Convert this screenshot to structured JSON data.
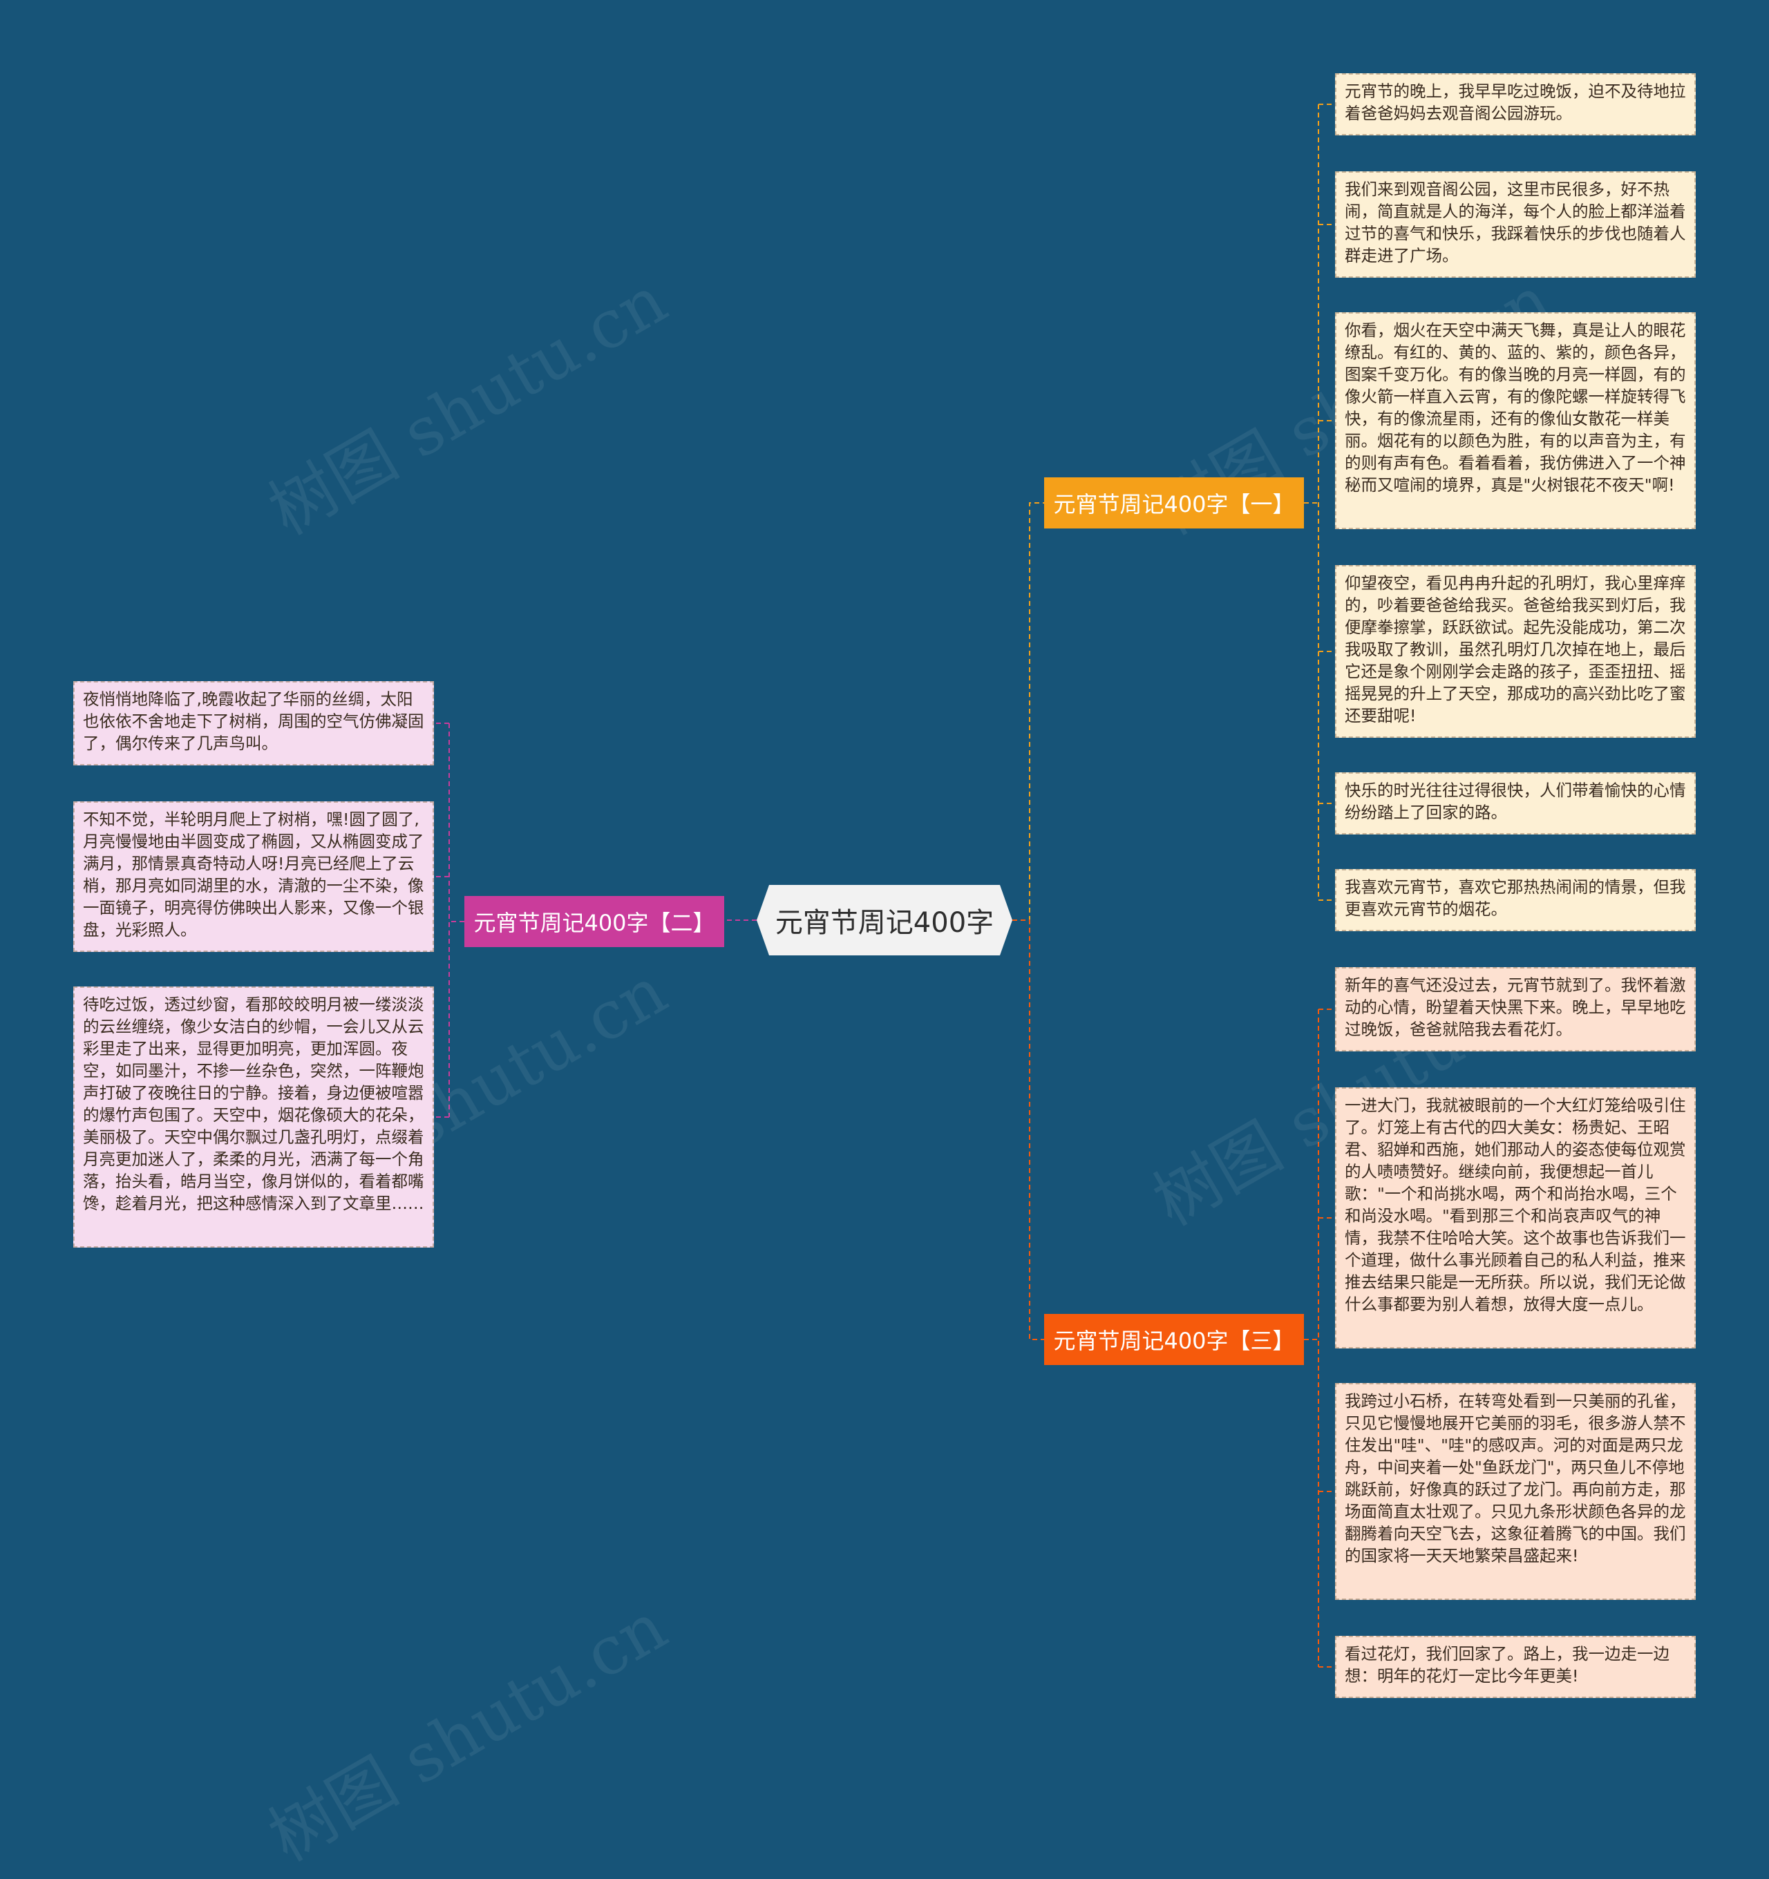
{
  "root": {
    "label": "元宵节周记400字"
  },
  "branches": [
    {
      "label": "元宵节周记400字【一】",
      "color": "#f5a019",
      "leaves": [
        "元宵节的晚上，我早早吃过晚饭，迫不及待地拉着爸爸妈妈去观音阁公园游玩。",
        "我们来到观音阁公园，这里市民很多，好不热闹，简直就是人的海洋，每个人的脸上都洋溢着过节的喜气和快乐，我踩着快乐的步伐也随着人群走进了广场。",
        "你看，烟火在天空中满天飞舞，真是让人的眼花缭乱。有红的、黄的、蓝的、紫的，颜色各异，图案千变万化。有的像当晚的月亮一样圆，有的像火箭一样直入云宵，有的像陀螺一样旋转得飞快，有的像流星雨，还有的像仙女散花一样美丽。烟花有的以颜色为胜，有的以声音为主，有的则有声有色。看着看着，我仿佛进入了一个神秘而又喧闹的境界，真是\"火树银花不夜天\"啊!",
        "仰望夜空，看见冉冉升起的孔明灯，我心里痒痒的，吵着要爸爸给我买。爸爸给我买到灯后，我便摩拳擦掌，跃跃欲试。起先没能成功，第二次我吸取了教训，虽然孔明灯几次掉在地上，最后它还是象个刚刚学会走路的孩子，歪歪扭扭、摇摇晃晃的升上了天空，那成功的高兴劲比吃了蜜还要甜呢!",
        "快乐的时光往往过得很快，人们带着愉快的心情纷纷踏上了回家的路。",
        "我喜欢元宵节，喜欢它那热热闹闹的情景，但我更喜欢元宵节的烟花。"
      ]
    },
    {
      "label": "元宵节周记400字【二】",
      "color": "#ca3c9b",
      "leaves": [
        "夜悄悄地降临了,晚霞收起了华丽的丝绸，太阳也依依不舍地走下了树梢，周围的空气仿佛凝固了，偶尔传来了几声鸟叫。",
        "不知不觉，半轮明月爬上了树梢，嘿!圆了圆了,月亮慢慢地由半圆变成了椭圆，又从椭圆变成了满月，那情景真奇特动人呀!月亮已经爬上了云梢，那月亮如同湖里的水，清澈的一尘不染，像一面镜子，明亮得仿佛映出人影来，又像一个银盘，光彩照人。",
        "待吃过饭，透过纱窗，看那皎皎明月被一缕淡淡的云丝缠绕，像少女洁白的纱帽，一会儿又从云彩里走了出来，显得更加明亮，更加浑圆。夜空，如同墨汁，不掺一丝杂色，突然，一阵鞭炮声打破了夜晚往日的宁静。接着，身边便被喧嚣的爆竹声包围了。天空中，烟花像硕大的花朵，美丽极了。天空中偶尔飘过几盏孔明灯，点缀着月亮更加迷人了，柔柔的月光，洒满了每一个角落，抬头看，皓月当空，像月饼似的，看着都嘴馋，趁着月光，把这种感情深入到了文章里……"
      ]
    },
    {
      "label": "元宵节周记400字【三】",
      "color": "#f65a0c",
      "leaves": [
        "新年的喜气还没过去，元宵节就到了。我怀着激动的心情，盼望着天快黑下来。晚上，早早地吃过晚饭，爸爸就陪我去看花灯。",
        "一进大门，我就被眼前的一个大红灯笼给吸引住了。灯笼上有古代的四大美女：杨贵妃、王昭君、貂婵和西施，她们那动人的姿态使每位观赏的人啧啧赞好。继续向前，我便想起一首儿歌：\"一个和尚挑水喝，两个和尚抬水喝，三个和尚没水喝。\"看到那三个和尚哀声叹气的神情，我禁不住哈哈大笑。这个故事也告诉我们一个道理，做什么事光顾着自己的私人利益，推来推去结果只能是一无所获。所以说，我们无论做什么事都要为别人着想，放得大度一点儿。",
        "我跨过小石桥，在转弯处看到一只美丽的孔雀，只见它慢慢地展开它美丽的羽毛，很多游人禁不住发出\"哇\"、\"哇\"的感叹声。河的对面是两只龙舟，中间夹着一处\"鱼跃龙门\"，两只鱼儿不停地跳跃前，好像真的跃过了龙门。再向前方走，那场面简直太壮观了。只见九条形状颜色各异的龙翻腾着向天空飞去，这象征着腾飞的中国。我们的国家将一天天地繁荣昌盛起来!",
        "看过花灯，我们回家了。路上，我一边走一边想：明年的花灯一定比今年更美!"
      ]
    }
  ],
  "watermark": "树图 shutu.cn"
}
